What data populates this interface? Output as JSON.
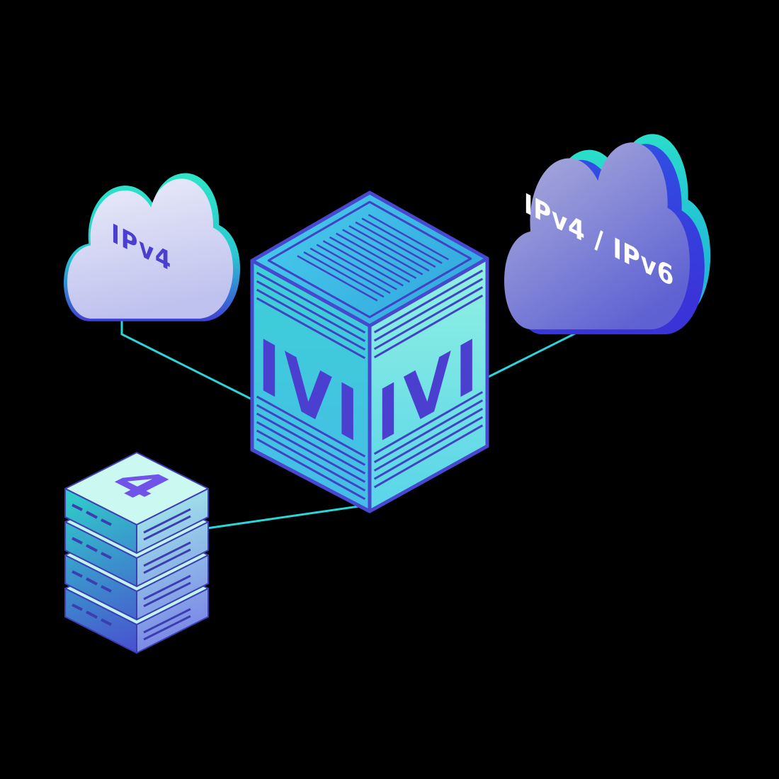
{
  "diagram": {
    "background": "#000000",
    "left_cloud": {
      "label": "IPv4"
    },
    "right_cloud": {
      "label": "IPv4 / IPv6"
    },
    "translator_box": {
      "left_face_label": "IVI",
      "right_face_label": "IVI"
    },
    "server_rack": {
      "label": "4",
      "unit_count": "4"
    },
    "colors": {
      "teal_accent": "#2DE6C6",
      "connector": "#29D6D8",
      "edge_indigo": "#4644CC",
      "stripe_indigo": "#4043C4",
      "cloud_lavender": "#D9DBF3",
      "cloud_purple": "#777BD9",
      "label_dark": "#4B3FD0",
      "label_light": "#FFFFFF",
      "rack_numeral": "#7053E8"
    }
  }
}
